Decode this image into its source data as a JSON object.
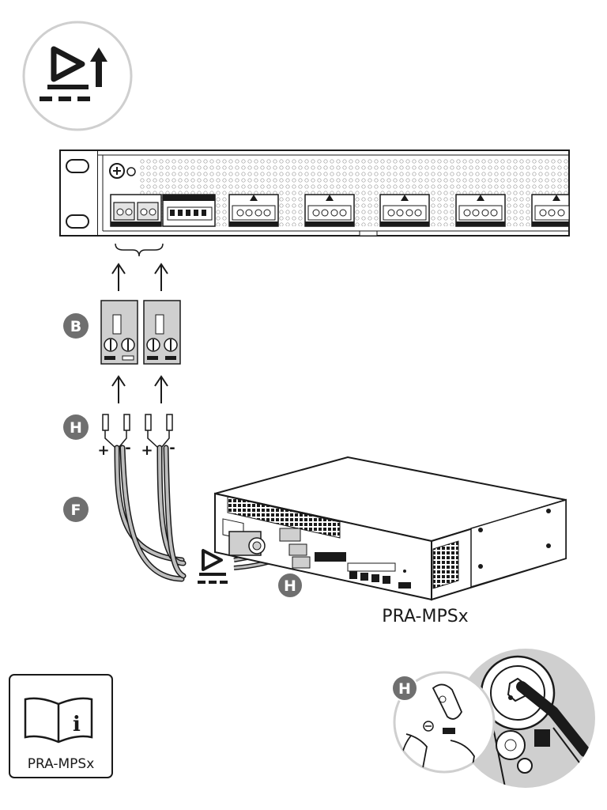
{
  "colors": {
    "stroke": "#1a1a1a",
    "badge": "#6f6f6f",
    "circle_fill": "#e3e3e3",
    "light_gray": "#cfcfcf",
    "cable_gray": "#bdbdbd"
  },
  "markers": {
    "b": "B",
    "h": "H",
    "f": "F",
    "h_device": "H",
    "h_crimp": "H"
  },
  "wires": {
    "plus_1": "+",
    "minus_1": "-",
    "plus_2": "+",
    "minus_2": "-"
  },
  "device_label": "PRA-MPSx",
  "manual": {
    "icon": "i",
    "label": "PRA-MPSx"
  },
  "icons": {
    "top_symbol": "dc-input-up-icon",
    "dc_symbol": "dc-power-icon",
    "manual": "manual-book-icon"
  }
}
